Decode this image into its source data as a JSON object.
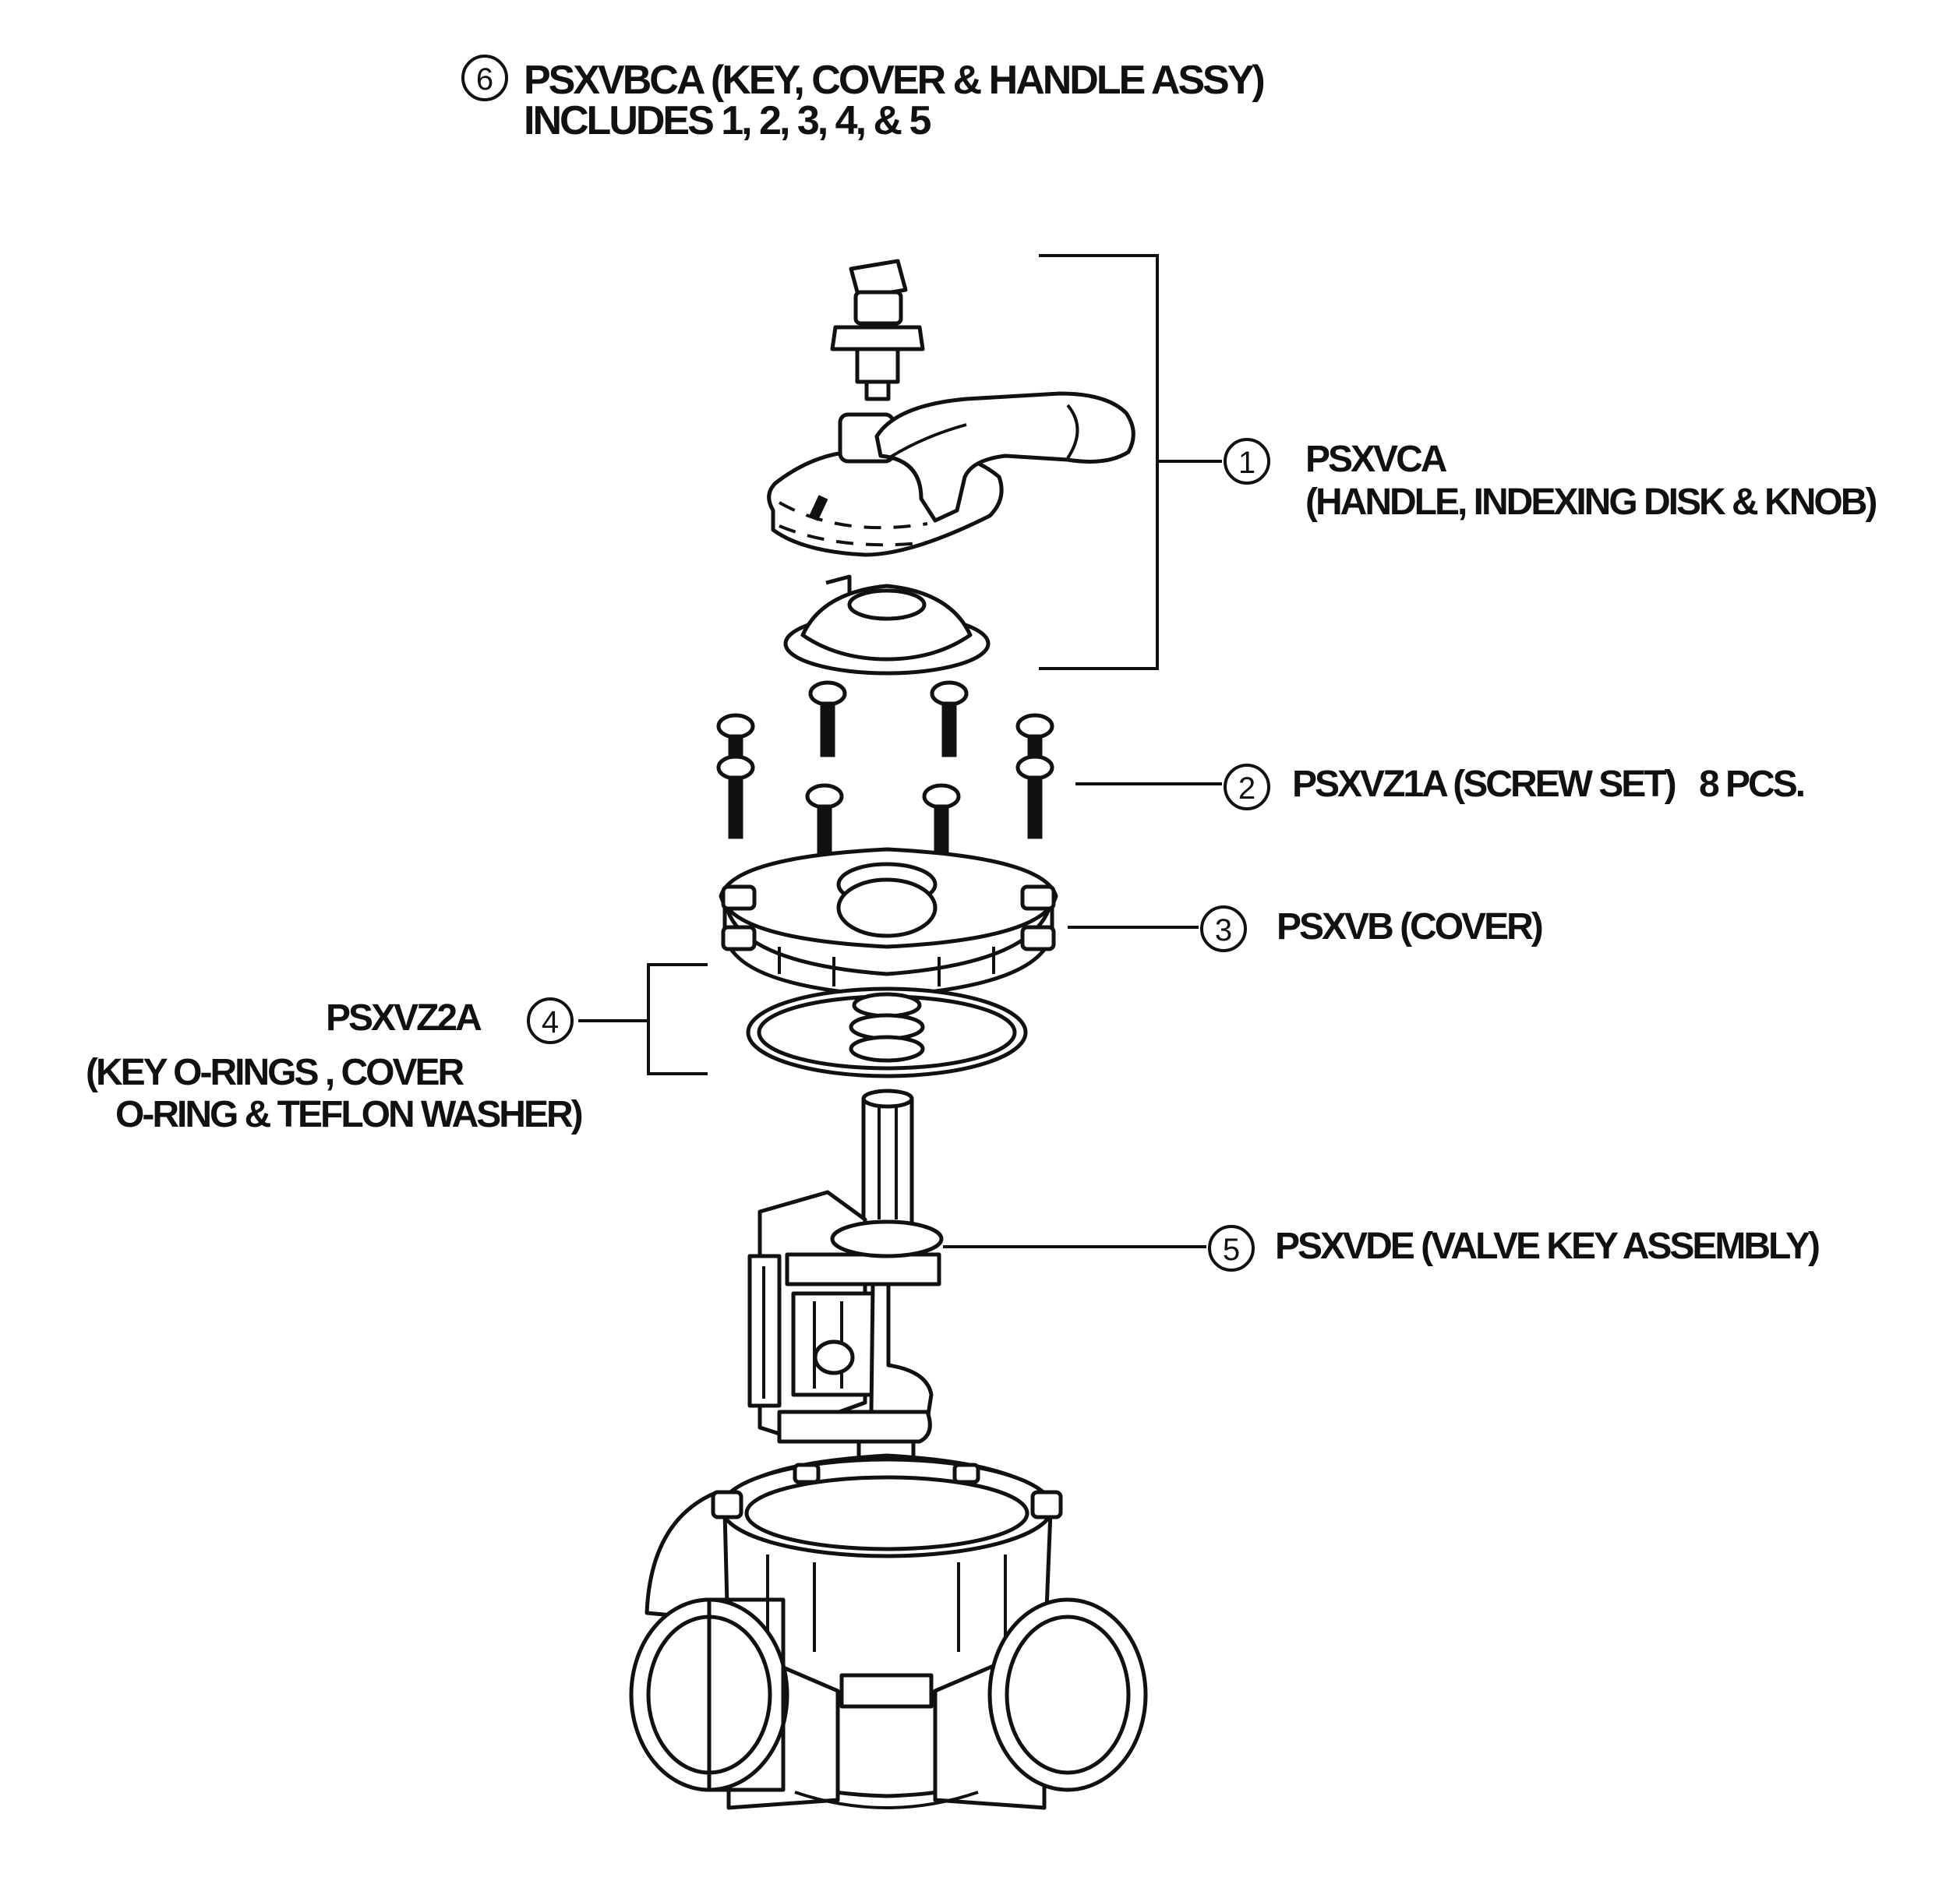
{
  "header": {
    "number": "6",
    "line1": "PSXVBCA (KEY, COVER & HANDLE ASSY)",
    "line2": "INCLUDES 1, 2, 3, 4, & 5"
  },
  "callouts": [
    {
      "number": "1",
      "line1": "PSXVCA",
      "line2": "(HANDLE, INDEXING DISK & KNOB)"
    },
    {
      "number": "2",
      "line1": "PSXVZ1A (SCREW SET)",
      "qty": "8 PCS."
    },
    {
      "number": "3",
      "line1": "PSXVB (COVER)"
    },
    {
      "number": "4",
      "line1": "PSXVZ2A",
      "line2": "(KEY O-RINGS , COVER",
      "line3": "O-RING & TEFLON WASHER)"
    },
    {
      "number": "5",
      "line1": "PSXVDE (VALVE KEY ASSEMBLY)"
    }
  ]
}
